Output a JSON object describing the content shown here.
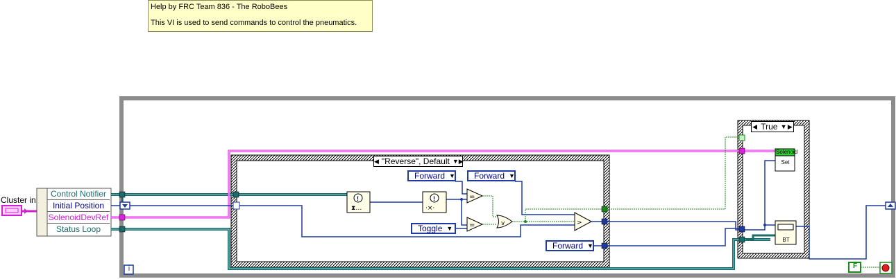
{
  "help": {
    "line1": "Help by FRC Team 836 - The RoboBees",
    "line2": "This VI is used to send commands to control the pneumatics."
  },
  "cluster_in": {
    "label": "Cluster in"
  },
  "unbundle": {
    "items": [
      {
        "label": "Control Notifier",
        "color": "#1b6b6b"
      },
      {
        "label": "Initial Position",
        "color": "#000080"
      },
      {
        "label": "SolenoidDevRef",
        "color": "#d020d0"
      },
      {
        "label": "Status Loop",
        "color": "#1b6b6b"
      }
    ]
  },
  "case_reverse": {
    "label": "\"Reverse\", Default"
  },
  "case_true": {
    "label": "True"
  },
  "constants": {
    "forward_top_left": "Forward",
    "forward_top_right": "Forward",
    "toggle": "Toggle",
    "forward_bottom": "Forward",
    "false_const": "F"
  },
  "solenoid_node": {
    "title": "Solenoid",
    "sub": "Set"
  },
  "bt_node": {
    "label": "BT"
  },
  "loop_info": {
    "iteration": "i"
  },
  "colors": {
    "loop_border": "#8c8c8c",
    "refnum_wire": "#e020e0",
    "notifier_wire": "#1b6b6b",
    "enum_wire": "#1e3aa0",
    "bool_wire": "#1a8a1a",
    "help_bg": "#ffffc8"
  }
}
